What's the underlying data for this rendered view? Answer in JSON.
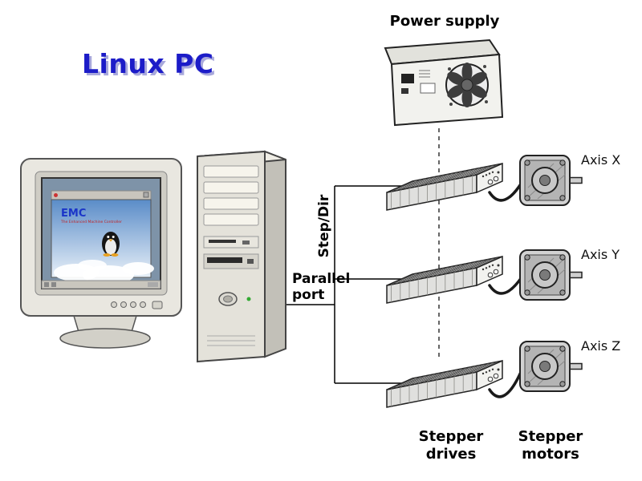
{
  "title": {
    "linux_pc": "Linux PC"
  },
  "labels": {
    "power_supply": "Power supply",
    "step_dir": "Step/Dir",
    "parallel_port": "Parallel port",
    "stepper_drives": "Stepper drives",
    "stepper_motors": "Stepper motors"
  },
  "axes": [
    "Axis X",
    "Axis Y",
    "Axis Z"
  ],
  "monitor_screen": {
    "emc_title": "EMC",
    "emc_subtitle": "The Enhanced Machine Controller"
  },
  "colors": {
    "linux_pc_blue": "#1c1cc8",
    "linux_pc_shadow": "#a9a9dc",
    "line_black": "#000000"
  }
}
